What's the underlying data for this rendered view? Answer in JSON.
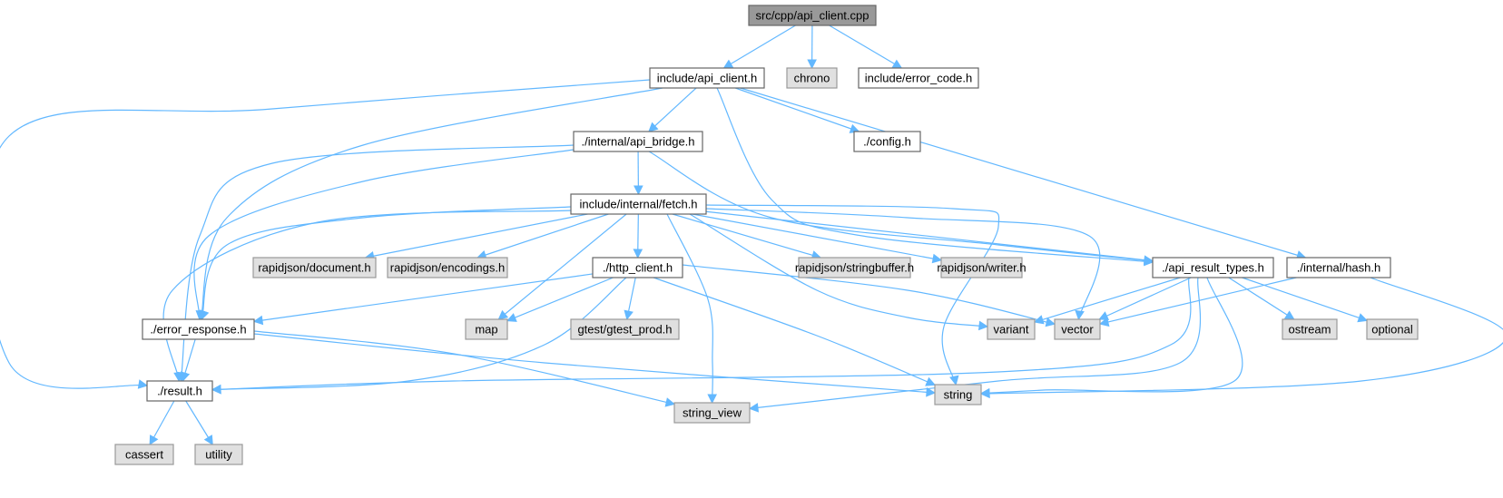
{
  "diagram": {
    "type": "include-dependency-graph",
    "colors": {
      "edge": "#63b8ff",
      "root_fill": "#999999",
      "local_fill": "#ffffff",
      "system_fill": "#e0e0e0"
    },
    "nodes": [
      {
        "id": "root",
        "label": "src/cpp/api_client.cpp",
        "kind": "root"
      },
      {
        "id": "api_client_h",
        "label": "include/api_client.h",
        "kind": "local"
      },
      {
        "id": "chrono",
        "label": "chrono",
        "kind": "system"
      },
      {
        "id": "error_code_h",
        "label": "include/error_code.h",
        "kind": "local"
      },
      {
        "id": "api_bridge_h",
        "label": "./internal/api_bridge.h",
        "kind": "local"
      },
      {
        "id": "config_h",
        "label": "./config.h",
        "kind": "local"
      },
      {
        "id": "fetch_h",
        "label": "include/internal/fetch.h",
        "kind": "local"
      },
      {
        "id": "rj_document",
        "label": "rapidjson/document.h",
        "kind": "system"
      },
      {
        "id": "rj_encodings",
        "label": "rapidjson/encodings.h",
        "kind": "system"
      },
      {
        "id": "http_client_h",
        "label": "./http_client.h",
        "kind": "local"
      },
      {
        "id": "rj_stringbuffer",
        "label": "rapidjson/stringbuffer.h",
        "kind": "system"
      },
      {
        "id": "rj_writer",
        "label": "rapidjson/writer.h",
        "kind": "system"
      },
      {
        "id": "api_result_types_h",
        "label": "./api_result_types.h",
        "kind": "local"
      },
      {
        "id": "hash_h",
        "label": "./internal/hash.h",
        "kind": "local"
      },
      {
        "id": "error_response_h",
        "label": "./error_response.h",
        "kind": "local"
      },
      {
        "id": "map",
        "label": "map",
        "kind": "system"
      },
      {
        "id": "gtest_prod",
        "label": "gtest/gtest_prod.h",
        "kind": "system"
      },
      {
        "id": "variant",
        "label": "variant",
        "kind": "system"
      },
      {
        "id": "vector",
        "label": "vector",
        "kind": "system"
      },
      {
        "id": "ostream",
        "label": "ostream",
        "kind": "system"
      },
      {
        "id": "optional",
        "label": "optional",
        "kind": "system"
      },
      {
        "id": "result_h",
        "label": "./result.h",
        "kind": "local"
      },
      {
        "id": "string_view",
        "label": "string_view",
        "kind": "system"
      },
      {
        "id": "string",
        "label": "string",
        "kind": "system"
      },
      {
        "id": "cassert",
        "label": "cassert",
        "kind": "system"
      },
      {
        "id": "utility",
        "label": "utility",
        "kind": "system"
      }
    ],
    "edges": [
      [
        "root",
        "api_client_h"
      ],
      [
        "root",
        "chrono"
      ],
      [
        "root",
        "error_code_h"
      ],
      [
        "api_client_h",
        "api_bridge_h"
      ],
      [
        "api_client_h",
        "config_h"
      ],
      [
        "api_client_h",
        "result_h"
      ],
      [
        "api_client_h",
        "error_response_h"
      ],
      [
        "api_client_h",
        "api_result_types_h"
      ],
      [
        "api_client_h",
        "hash_h"
      ],
      [
        "api_bridge_h",
        "fetch_h"
      ],
      [
        "api_bridge_h",
        "result_h"
      ],
      [
        "api_bridge_h",
        "error_response_h"
      ],
      [
        "api_bridge_h",
        "api_result_types_h"
      ],
      [
        "fetch_h",
        "rj_document"
      ],
      [
        "fetch_h",
        "rj_encodings"
      ],
      [
        "fetch_h",
        "http_client_h"
      ],
      [
        "fetch_h",
        "rj_stringbuffer"
      ],
      [
        "fetch_h",
        "rj_writer"
      ],
      [
        "fetch_h",
        "api_result_types_h"
      ],
      [
        "fetch_h",
        "error_response_h"
      ],
      [
        "fetch_h",
        "result_h"
      ],
      [
        "fetch_h",
        "map"
      ],
      [
        "fetch_h",
        "string_view"
      ],
      [
        "fetch_h",
        "variant"
      ],
      [
        "fetch_h",
        "vector"
      ],
      [
        "fetch_h",
        "string"
      ],
      [
        "http_client_h",
        "error_response_h"
      ],
      [
        "http_client_h",
        "map"
      ],
      [
        "http_client_h",
        "gtest_prod"
      ],
      [
        "http_client_h",
        "result_h"
      ],
      [
        "http_client_h",
        "string"
      ],
      [
        "http_client_h",
        "vector"
      ],
      [
        "api_result_types_h",
        "variant"
      ],
      [
        "api_result_types_h",
        "vector"
      ],
      [
        "api_result_types_h",
        "ostream"
      ],
      [
        "api_result_types_h",
        "optional"
      ],
      [
        "api_result_types_h",
        "result_h"
      ],
      [
        "api_result_types_h",
        "string_view"
      ],
      [
        "api_result_types_h",
        "string"
      ],
      [
        "hash_h",
        "vector"
      ],
      [
        "hash_h",
        "string"
      ],
      [
        "error_response_h",
        "result_h"
      ],
      [
        "error_response_h",
        "string_view"
      ],
      [
        "error_response_h",
        "string"
      ],
      [
        "result_h",
        "cassert"
      ],
      [
        "result_h",
        "utility"
      ]
    ]
  }
}
